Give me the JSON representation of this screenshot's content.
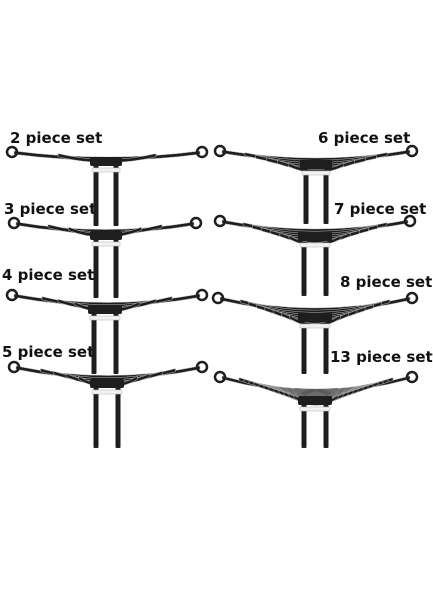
{
  "product_image": {
    "labels": {
      "two": "2 piece set",
      "three": "3 piece set",
      "four": "4 piece set",
      "five": "5 piece set",
      "six": "6 piece set",
      "seven": "7 piece set",
      "eight": "8 piece set",
      "thirteen": "13 piece set"
    },
    "colors": {
      "background": "#ffffff",
      "leaf": "#1e1e1e",
      "leaf_highlight": "#bdbdbd",
      "label_text": "#111111"
    }
  }
}
